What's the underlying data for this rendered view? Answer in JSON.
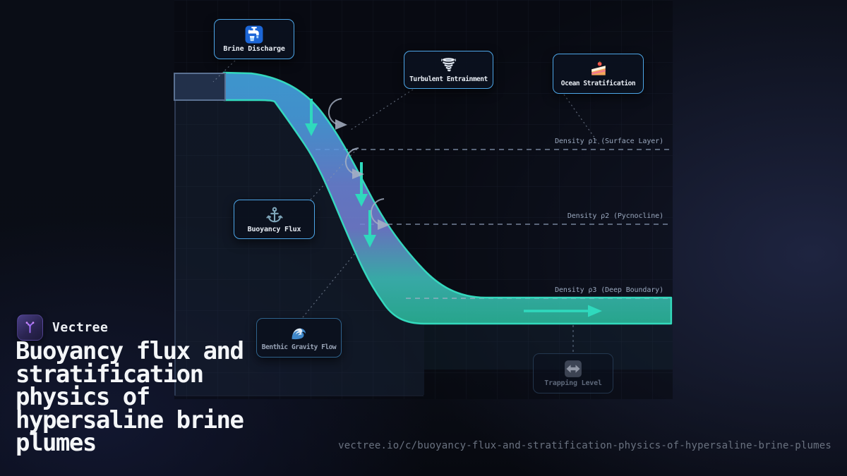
{
  "brand": {
    "name": "Vectree",
    "logo_icon": "vectree-branch-icon"
  },
  "title": {
    "text": "Buoyancy flux and stratification physics of hypersaline brine plumes"
  },
  "footer_url": "vectree.io/c/buoyancy-flux-and-stratification-physics-of-hypersaline-brine-plumes",
  "diagram": {
    "nodes": [
      {
        "id": "brine-discharge",
        "label": "Brine Discharge",
        "icon": "faucet-icon"
      },
      {
        "id": "turbulent-entrainment",
        "label": "Turbulent Entrainment",
        "icon": "tornado-icon"
      },
      {
        "id": "ocean-stratification",
        "label": "Ocean Stratification",
        "icon": "cake-slice-icon"
      },
      {
        "id": "buoyancy-flux",
        "label": "Buoyancy Flux",
        "icon": "anchor-icon"
      },
      {
        "id": "benthic-gravity-flow",
        "label": "Benthic Gravity Flow",
        "icon": "wave-icon"
      },
      {
        "id": "trapping-level",
        "label": "Trapping Level",
        "icon": "left-right-arrow-icon",
        "state": "dimmed"
      }
    ],
    "density_lines": [
      {
        "label": "Density ρ1 (Surface Layer)"
      },
      {
        "label": "Density ρ2 (Pycnocline)"
      },
      {
        "label": "Density ρ3 (Deep Boundary)"
      }
    ],
    "colors": {
      "plume_blue": "#45aae8",
      "plume_purple": "#7481d6",
      "plume_teal": "#2fc2a5",
      "plume_stroke": "#35dfc2",
      "arrow_teal": "#2fd9bd",
      "node_border": "#4da6e8",
      "density_line": "#8fa0ba",
      "background": "#0a0d16"
    }
  }
}
